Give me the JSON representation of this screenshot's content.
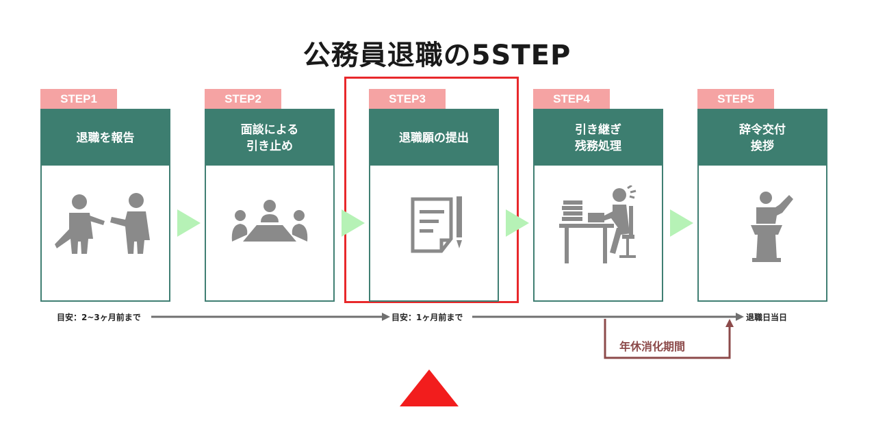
{
  "title": "公務員退職の5STEP",
  "steps": [
    {
      "tag": "STEP1",
      "line1": "退職を報告",
      "line2": "",
      "icon": "two-people-talking-icon"
    },
    {
      "tag": "STEP2",
      "line1": "面談による",
      "line2": "引き止め",
      "icon": "meeting-table-icon"
    },
    {
      "tag": "STEP3",
      "line1": "退職願の提出",
      "line2": "",
      "icon": "document-pen-icon"
    },
    {
      "tag": "STEP4",
      "line1": "引き継ぎ",
      "line2": "残務処理",
      "icon": "office-worker-desk-icon"
    },
    {
      "tag": "STEP5",
      "line1": "辞令交付",
      "line2": "挨拶",
      "icon": "podium-speaker-icon"
    }
  ],
  "timeline": {
    "start": "目安：2~3ヶ月前まで",
    "mid": "目安：1ヶ月前まで",
    "end": "退職日当日",
    "vacation": "年休消化期間"
  },
  "colors": {
    "tag": "#f5a3a3",
    "header": "#3d7e70",
    "arrow": "#b6f2b6",
    "highlight": "#e8282b",
    "timeline": "#707070",
    "vacation": "#8c4a4a",
    "icon": "#8a8a8a"
  }
}
